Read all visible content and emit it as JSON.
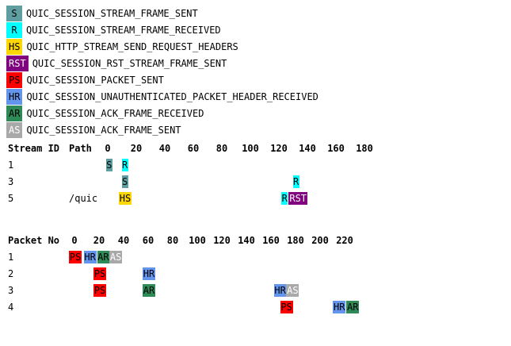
{
  "legend": [
    {
      "code": "S",
      "label": "QUIC_SESSION_STREAM_FRAME_SENT",
      "bg": "#5f9ea0",
      "fg": "#000000"
    },
    {
      "code": "R",
      "label": "QUIC_SESSION_STREAM_FRAME_RECEIVED",
      "bg": "#00ffff",
      "fg": "#000000"
    },
    {
      "code": "HS",
      "label": "QUIC_HTTP_STREAM_SEND_REQUEST_HEADERS",
      "bg": "#ffd700",
      "fg": "#000000"
    },
    {
      "code": "RST",
      "label": "QUIC_SESSION_RST_STREAM_FRAME_SENT",
      "bg": "#800080",
      "fg": "#ffffff"
    },
    {
      "code": "PS",
      "label": "QUIC_SESSION_PACKET_SENT",
      "bg": "#ff0000",
      "fg": "#000000"
    },
    {
      "code": "HR",
      "label": "QUIC_SESSION_UNAUTHENTICATED_PACKET_HEADER_RECEIVED",
      "bg": "#6495ed",
      "fg": "#000000"
    },
    {
      "code": "AR",
      "label": "QUIC_SESSION_ACK_FRAME_RECEIVED",
      "bg": "#2e8b57",
      "fg": "#000000"
    },
    {
      "code": "AS",
      "label": "QUIC_SESSION_ACK_FRAME_SENT",
      "bg": "#a9a9a9",
      "fg": "#ffffff"
    }
  ],
  "streams": {
    "header": {
      "id": "Stream ID",
      "path": "Path"
    },
    "ticks": [
      0,
      20,
      40,
      60,
      80,
      100,
      120,
      140,
      160,
      180
    ],
    "rows": [
      {
        "id": "1",
        "path": "",
        "events": [
          {
            "code": "S",
            "t": 1
          },
          {
            "code": "R",
            "t": 12
          }
        ]
      },
      {
        "id": "3",
        "path": "",
        "events": [
          {
            "code": "S",
            "t": 12
          },
          {
            "code": "R",
            "t": 132
          }
        ]
      },
      {
        "id": "5",
        "path": "/quic",
        "events": [
          {
            "code": "HS",
            "t": 10
          },
          {
            "code": "R",
            "t": 124
          },
          {
            "code": "RST",
            "t": 129
          }
        ]
      }
    ]
  },
  "packets": {
    "header": {
      "no": "Packet No"
    },
    "ticks": [
      0,
      20,
      40,
      60,
      80,
      100,
      120,
      140,
      160,
      180,
      200,
      220
    ],
    "rows": [
      {
        "no": "1",
        "events": [
          {
            "code": "PS",
            "t": 0
          },
          {
            "code": "HR",
            "t": 12
          },
          {
            "code": "AR",
            "t": 23
          },
          {
            "code": "AS",
            "t": 33
          }
        ]
      },
      {
        "no": "2",
        "events": [
          {
            "code": "PS",
            "t": 20
          },
          {
            "code": "HR",
            "t": 60
          }
        ]
      },
      {
        "no": "3",
        "events": [
          {
            "code": "PS",
            "t": 20
          },
          {
            "code": "AR",
            "t": 60
          },
          {
            "code": "HR",
            "t": 167
          },
          {
            "code": "AS",
            "t": 177
          }
        ]
      },
      {
        "no": "4",
        "events": [
          {
            "code": "PS",
            "t": 172
          },
          {
            "code": "HR",
            "t": 215
          },
          {
            "code": "AR",
            "t": 226
          }
        ]
      }
    ]
  }
}
